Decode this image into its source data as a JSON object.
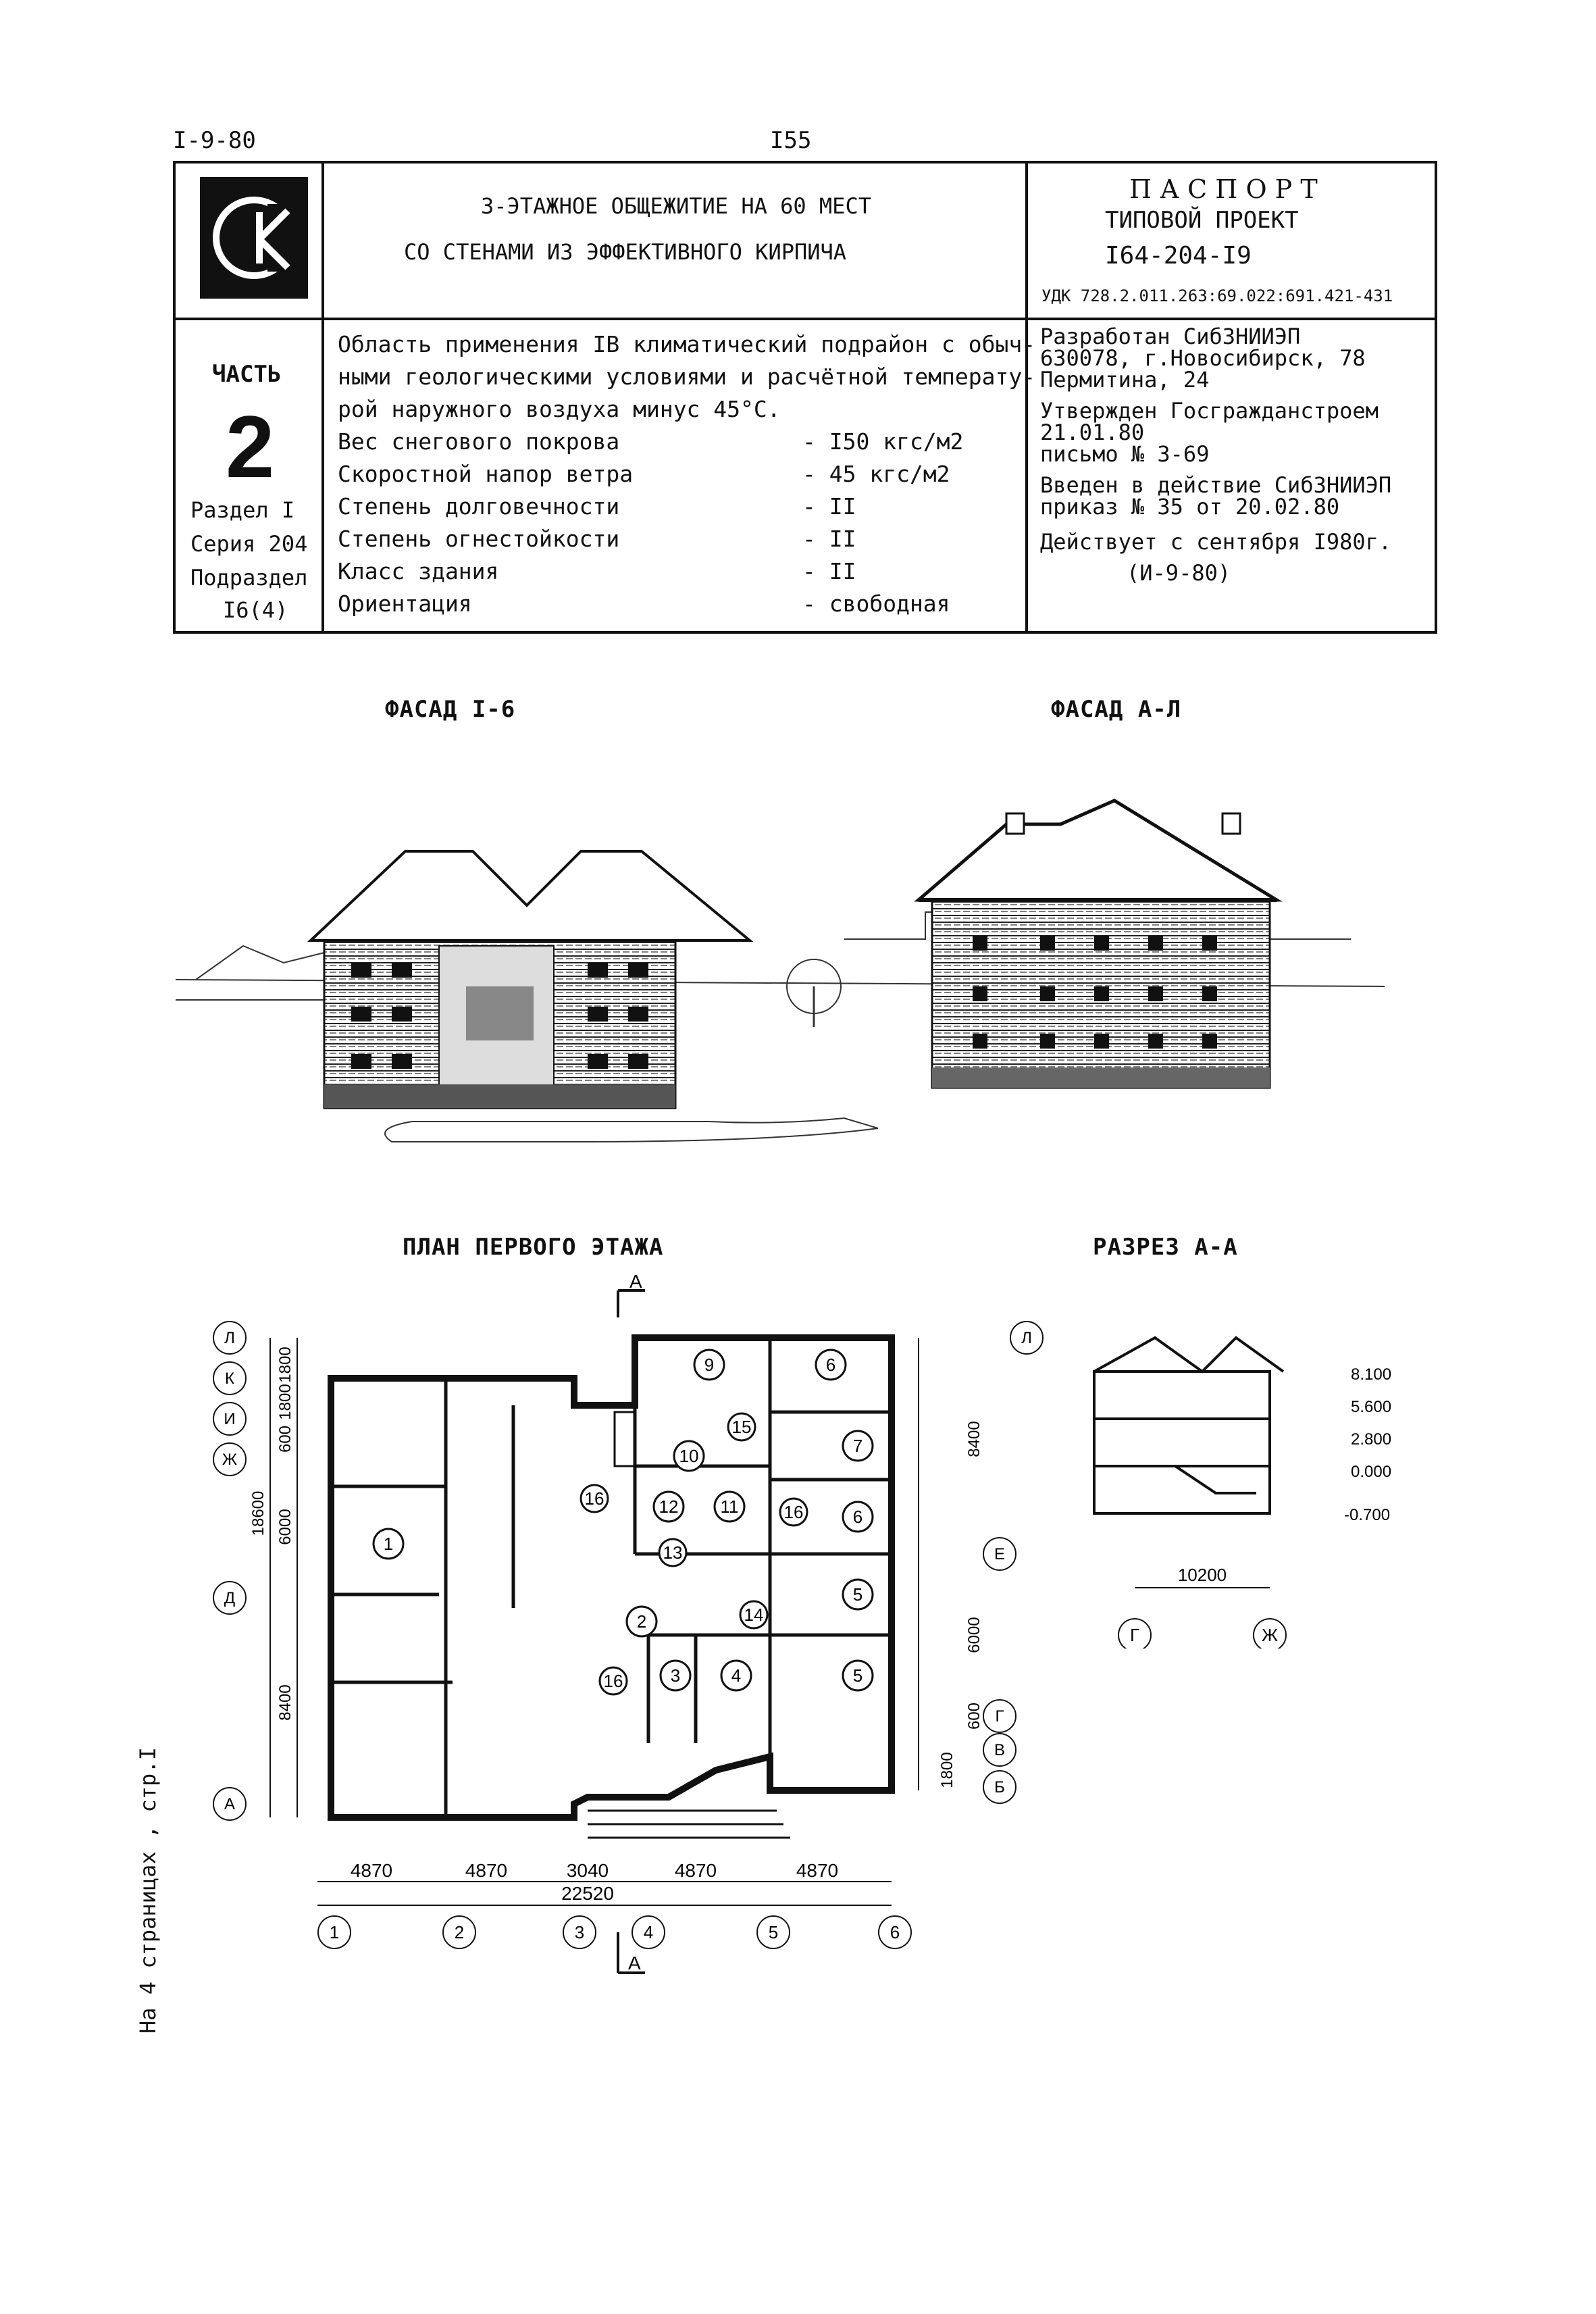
{
  "page": {
    "series_code": "I-9-80",
    "page_number": "I55",
    "side_note": "На 4 страницах , стр.I"
  },
  "title_block": {
    "logo_letters": "СК",
    "title_line1": "3-ЭТАЖНОЕ ОБЩЕЖИТИЕ НА 60 МЕСТ",
    "title_line2": "СО СТЕНАМИ  ИЗ  ЭФФЕКТИВНОГО  КИРПИЧА",
    "passport": "П А С П О Р Т",
    "typical_project": "ТИПОВОЙ  ПРОЕКТ",
    "project_number": "I64-204-I9",
    "udk": "УДК 728.2.011.263:69.022:691.421-431",
    "part_label": "ЧАСТЬ",
    "part_number": "2",
    "section": "Раздел I",
    "series": "Серия 204",
    "subsection_label": "Подраздел",
    "subsection": "I6(4)",
    "application_text": [
      "Область применения IВ климатический подрайон с обыч-",
      "ными геологическими условиями и расчётной температу-",
      "рой наружного воздуха минус 45°С."
    ],
    "specs": [
      {
        "label": "Вес снегового покрова",
        "value": "- I50 кгс/м2"
      },
      {
        "label": "Скоростной напор ветра",
        "value": "-  45 кгс/м2"
      },
      {
        "label": "Степень долговечности",
        "value": "-  II"
      },
      {
        "label": "Степень огнестойкости",
        "value": "-  II"
      },
      {
        "label": "Класс здания",
        "value": "-  II"
      },
      {
        "label": "Ориентация",
        "value": "- свободная"
      }
    ],
    "right_info": [
      "Разработан СибЗНИИЭП",
      "630078, г.Новосибирск, 78",
      "Пермитина, 24",
      "Утвержден Госгражданстроем",
      "21.01.80",
      "письмо № 3-69",
      "Введен в действие СибЗНИИЭП",
      "приказ № 35 от 20.02.80",
      "Действует с сентября I980г.",
      "(И-9-80)"
    ]
  },
  "captions": {
    "facade_1": "ФАСАД  I-6",
    "facade_2": "ФАСАД  А-Л",
    "plan": "ПЛАН ПЕРВОГО ЭТАЖА",
    "section": "РАЗРЕЗ  А-А"
  },
  "plan": {
    "cut_label": "А",
    "left_axes": [
      "Л",
      "К",
      "И",
      "Ж",
      "Д",
      "А"
    ],
    "right_axes": [
      "Л",
      "Е",
      "Г",
      "В",
      "Б"
    ],
    "bottom_axes": [
      "1",
      "2",
      "3",
      "4",
      "5",
      "6"
    ],
    "left_dims": [
      "1800",
      "1800",
      "600",
      "6000",
      "8400"
    ],
    "left_total": "18600",
    "right_dims": [
      "8400",
      "6000",
      "600",
      "1800"
    ],
    "bottom_dims": [
      "4870",
      "4870",
      "3040",
      "4870",
      "4870"
    ],
    "bottom_total": "22520",
    "room_numbers": [
      "1",
      "2",
      "3",
      "4",
      "5",
      "5",
      "6",
      "6",
      "7",
      "9",
      "10",
      "11",
      "12",
      "13",
      "14",
      "15",
      "16",
      "16",
      "16"
    ]
  },
  "section_a": {
    "levels": [
      "8.100",
      "5.600",
      "2.800",
      "0.000",
      "-0.700"
    ],
    "span": "10200",
    "axes": [
      "Г",
      "Ж"
    ]
  }
}
